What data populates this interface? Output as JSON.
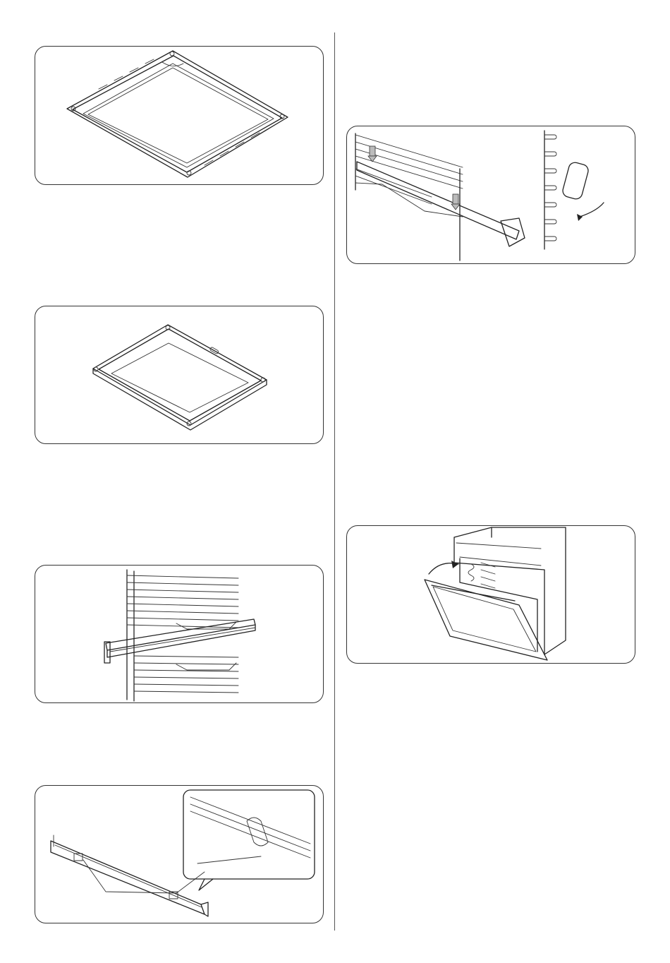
{
  "document": {
    "figures": [
      {
        "subject": "baking-tray",
        "icon": "tray-flat-icon"
      },
      {
        "subject": "deep-pan",
        "icon": "deep-pan-icon"
      },
      {
        "subject": "telescopic-runner-with-shelf-support",
        "icon": "runner-rack-icon"
      },
      {
        "subject": "telescopic-runner-detail",
        "icon": "runner-detail-icon"
      },
      {
        "subject": "runner-installation",
        "icon": "runner-install-icon"
      },
      {
        "subject": "oven-door-opening",
        "icon": "oven-door-icon"
      }
    ],
    "colors": {
      "line": "#222222",
      "panel_border": "#333333",
      "arrow_fill": "#bbbbbb"
    }
  }
}
